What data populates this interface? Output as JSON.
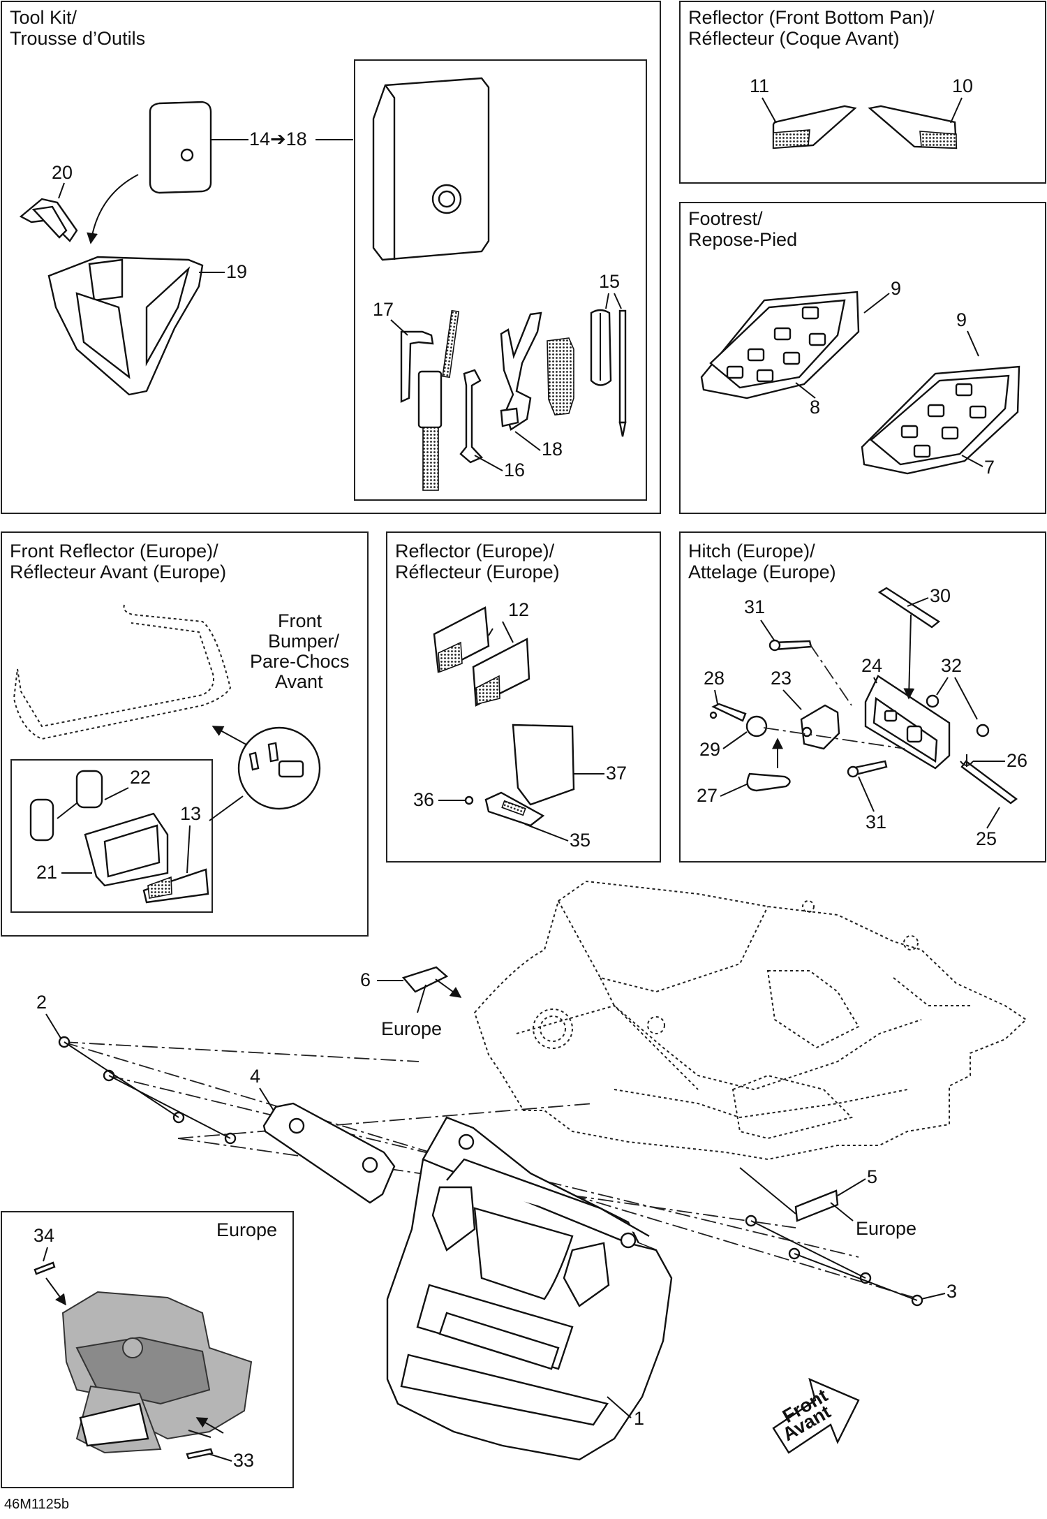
{
  "panels": {
    "tool_kit": {
      "title_1": "Tool Kit/",
      "title_2": "Trousse d’Outils"
    },
    "reflector_front_bottom": {
      "title_1": "Reflector (Front Bottom Pan)/",
      "title_2": "Réflecteur (Coque Avant)"
    },
    "footrest": {
      "title_1": "Footrest/",
      "title_2": "Repose-Pied"
    },
    "front_reflector_europe": {
      "title_1": "Front Reflector (Europe)/",
      "title_2": "Réflecteur Avant (Europe)",
      "bumper_1": "Front",
      "bumper_2": "Bumper/",
      "bumper_3": "Pare-Chocs",
      "bumper_4": "Avant"
    },
    "reflector_europe": {
      "title_1": "Reflector (Europe)/",
      "title_2": "Réflecteur (Europe)"
    },
    "hitch_europe": {
      "title_1": "Hitch (Europe)/",
      "title_2": "Attelage (Europe)"
    },
    "europe_inset": {
      "title": "Europe"
    }
  },
  "callouts": {
    "c1": "1",
    "c2": "2",
    "c3": "3",
    "c4": "4",
    "c5": "5",
    "c6": "6",
    "c7": "7",
    "c8": "8",
    "c9a": "9",
    "c9b": "9",
    "c10": "10",
    "c11": "11",
    "c12": "12",
    "c13": "13",
    "c14_18": "14➔18",
    "c15": "15",
    "c16": "16",
    "c17": "17",
    "c18": "18",
    "c19": "19",
    "c20": "20",
    "c21": "21",
    "c22": "22",
    "c23": "23",
    "c24": "24",
    "c25": "25",
    "c26": "26",
    "c27": "27",
    "c28": "28",
    "c29": "29",
    "c30": "30",
    "c31a": "31",
    "c31b": "31",
    "c32": "32",
    "c33": "33",
    "c34": "34",
    "c35": "35",
    "c36": "36",
    "c37": "37"
  },
  "notes": {
    "europe_6": "Europe",
    "europe_5": "Europe",
    "front_1": "Front",
    "front_2": "Avant"
  },
  "figure_code": "46M1125b"
}
